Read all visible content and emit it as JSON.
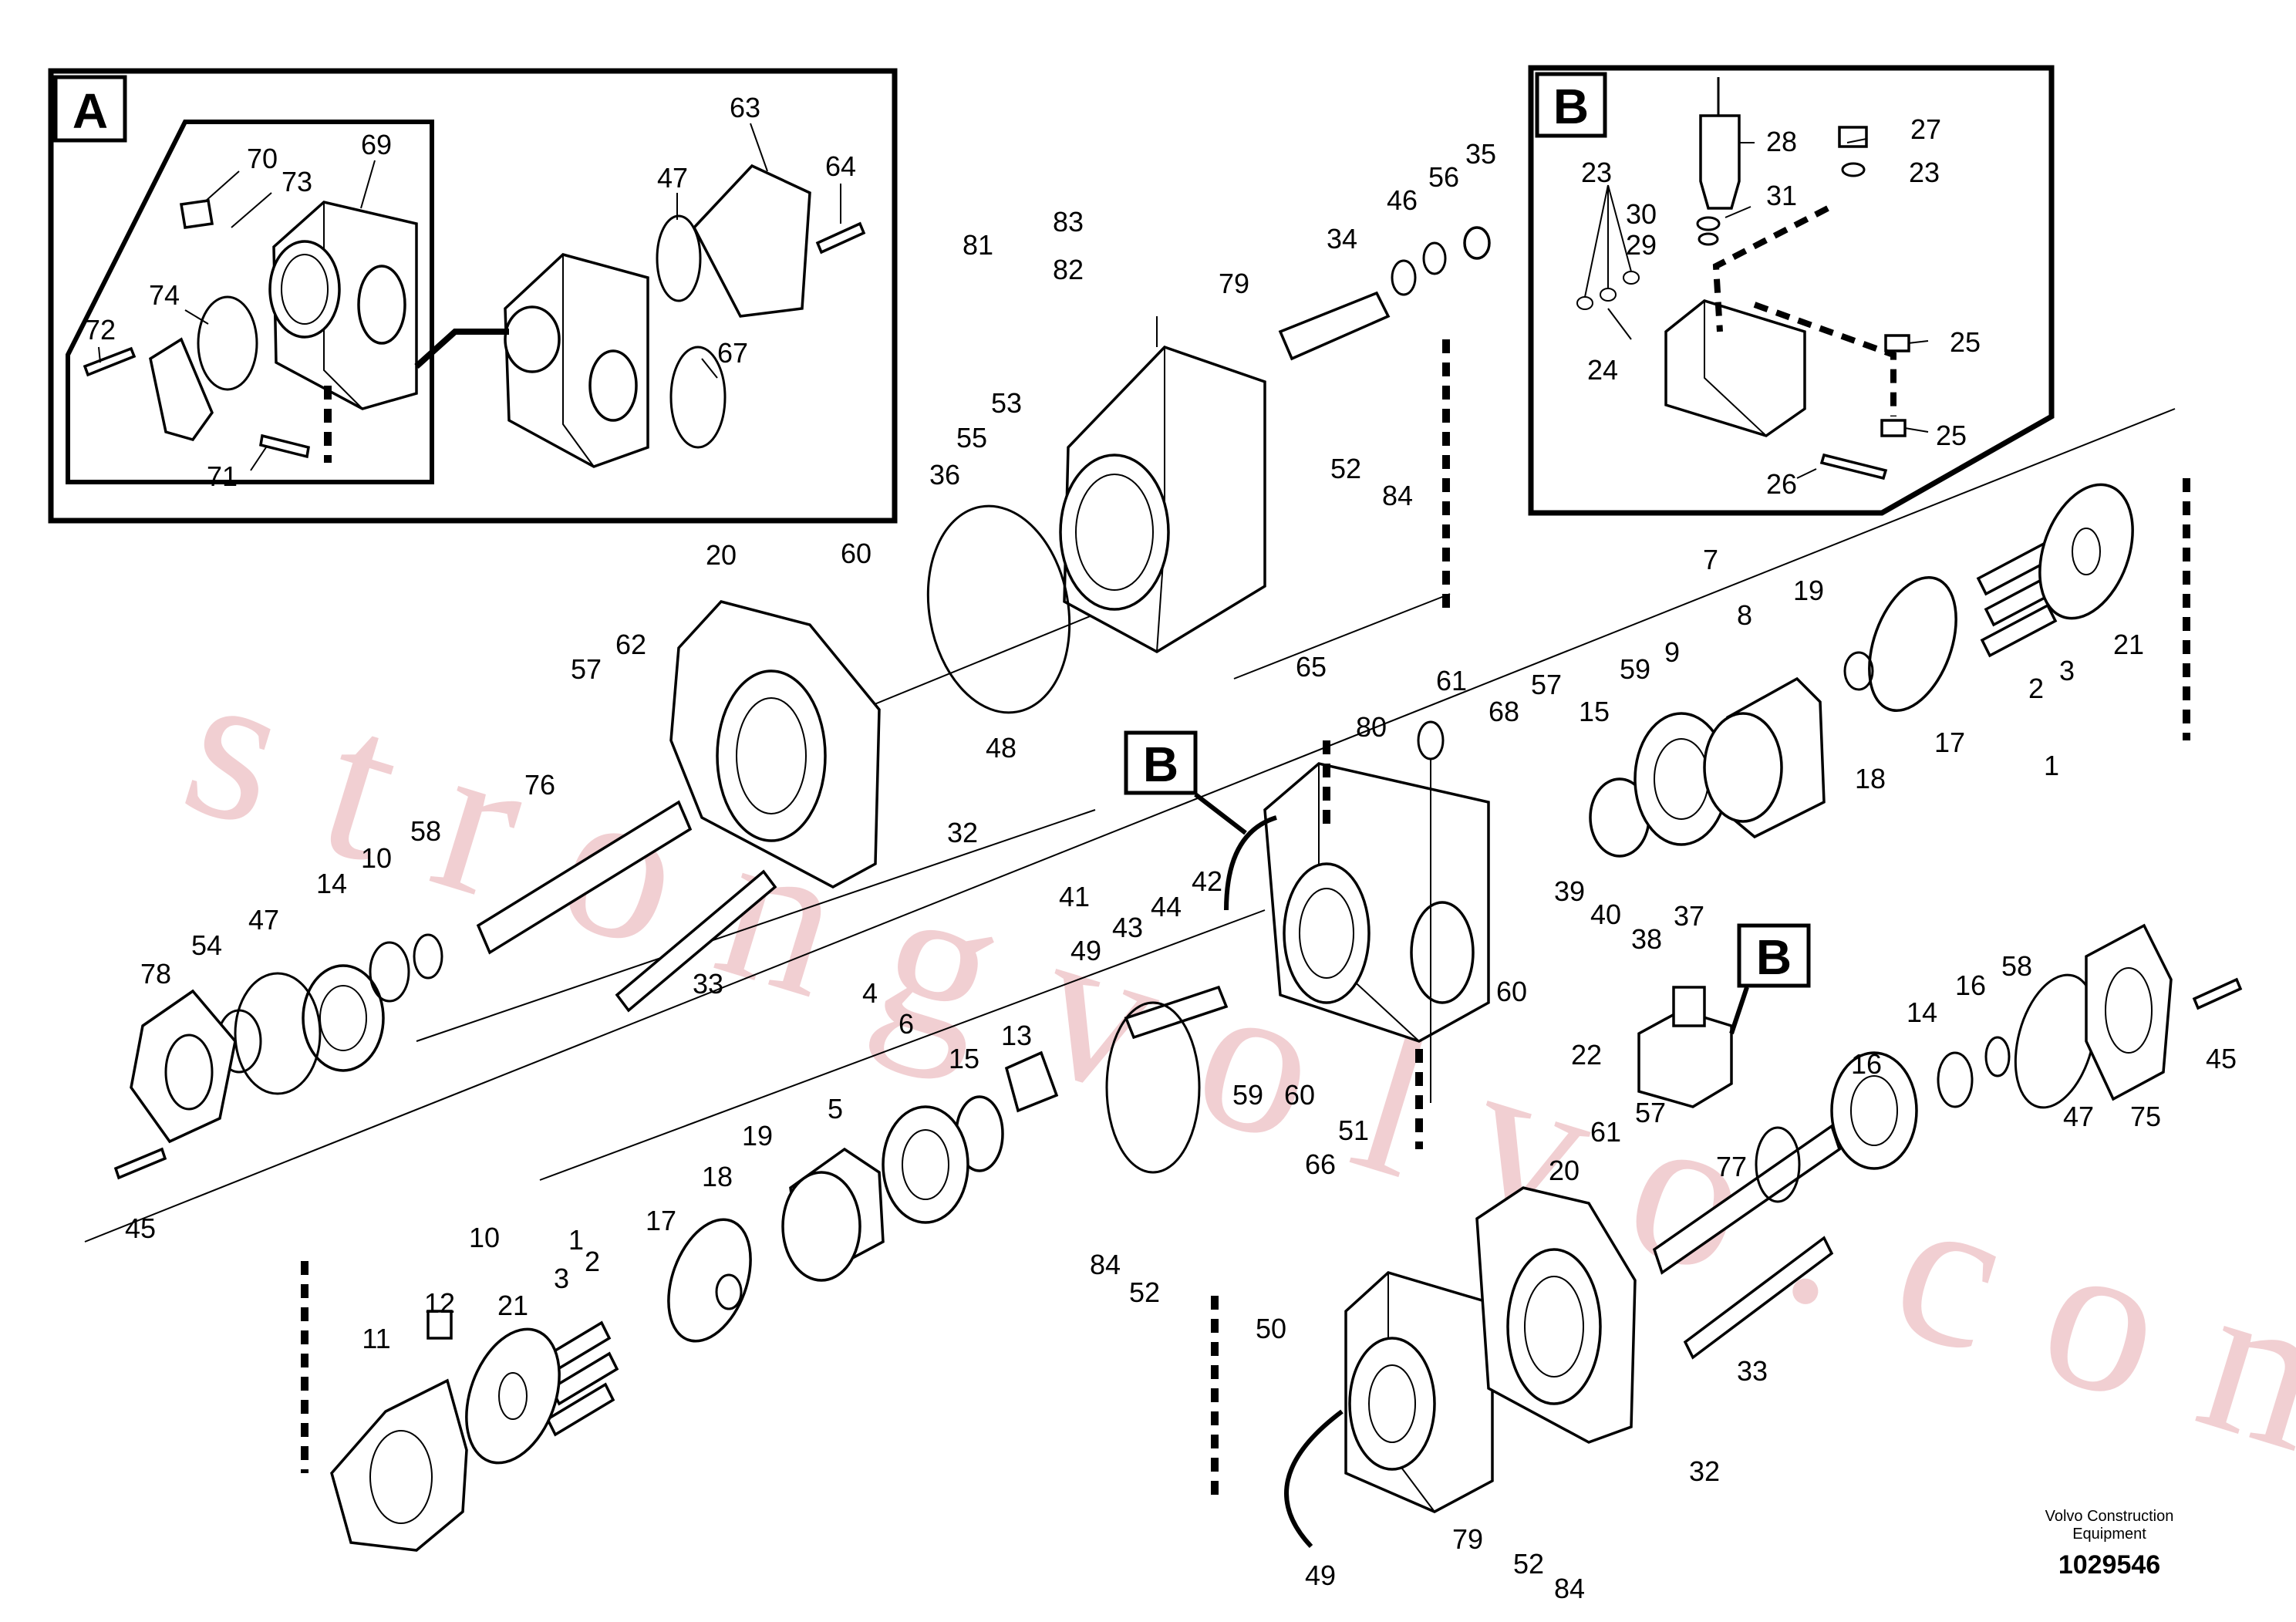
{
  "inset_a": {
    "letter": "A",
    "labels": [
      "70",
      "73",
      "69",
      "63",
      "47",
      "64",
      "74",
      "72",
      "67",
      "71"
    ]
  },
  "inset_b": {
    "letter": "B",
    "labels": [
      "28",
      "27",
      "23",
      "23",
      "30",
      "31",
      "29",
      "24",
      "25",
      "25",
      "26"
    ]
  },
  "callouts": [
    "B",
    "B"
  ],
  "part_labels": [
    "81",
    "83",
    "82",
    "79",
    "34",
    "46",
    "56",
    "35",
    "53",
    "55",
    "36",
    "52",
    "84",
    "20",
    "60",
    "57",
    "62",
    "48",
    "76",
    "10",
    "58",
    "32",
    "78",
    "54",
    "47",
    "14",
    "33",
    "45",
    "65",
    "61",
    "57",
    "80",
    "68",
    "15",
    "59",
    "9",
    "8",
    "7",
    "19",
    "18",
    "17",
    "21",
    "2",
    "3",
    "1",
    "41",
    "44",
    "42",
    "43",
    "39",
    "40",
    "37",
    "38",
    "60",
    "49",
    "4",
    "6",
    "15",
    "13",
    "5",
    "59",
    "60",
    "51",
    "66",
    "22",
    "16",
    "58",
    "14",
    "16",
    "45",
    "75",
    "47",
    "61",
    "57",
    "20",
    "77",
    "1",
    "3",
    "2",
    "17",
    "18",
    "19",
    "10",
    "12",
    "11",
    "21",
    "84",
    "52",
    "50",
    "33",
    "32",
    "49",
    "79",
    "52",
    "84"
  ],
  "watermark": "strongvolvo.com",
  "brand": {
    "line1": "Volvo Construction",
    "line2": "Equipment"
  },
  "doc_number": "1029546"
}
